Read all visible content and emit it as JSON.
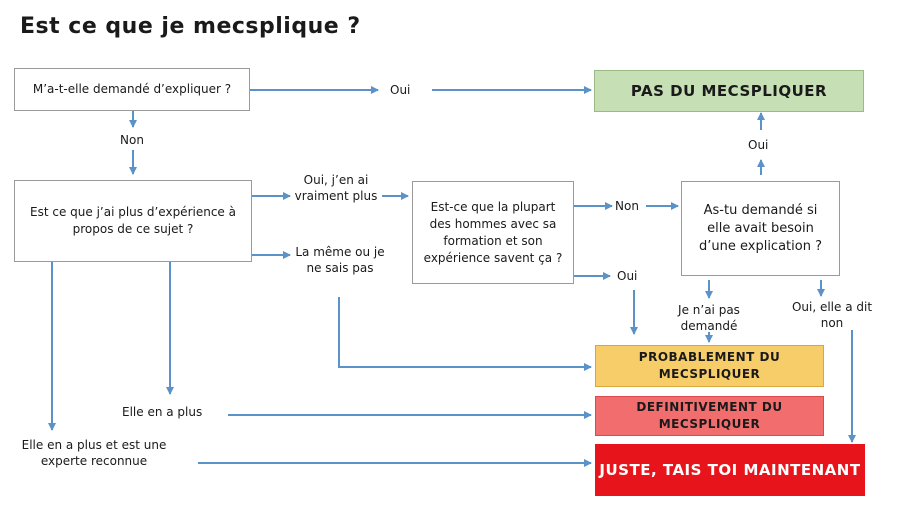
{
  "title": "Est ce que je mecsplique ?",
  "questions": {
    "q1": "M’a-t-elle demandé d’expliquer ?",
    "q2": "Est ce que j’ai plus d’expérience à propos de ce sujet ?",
    "q3": "Est-ce que la plupart des hommes avec sa formation et son expérience savent ça ?",
    "q4": "As-tu demandé si elle avait besoin d’une explication ?"
  },
  "labels": {
    "oui_top": "Oui",
    "non_1": "Non",
    "oui_vraiment": "Oui, j’en ai vraiment plus",
    "meme": "La même ou je ne sais pas",
    "non_2": "Non",
    "oui_q3": "Oui",
    "oui_q4": "Oui",
    "jenai": "Je n’ai pas demandé",
    "oui_elle": "Oui, elle a dit non",
    "elle_plus": "Elle en a plus",
    "elle_experte": "Elle en a plus et est une experte reconnue"
  },
  "results": {
    "pas": "PAS DU MECSPLIQUER",
    "probablement": "PROBABLEMENT DU MECSPLIQUER",
    "definitivement": "DEFINITIVEMENT DU MECSPLIQUER",
    "juste": "JUSTE, TAIS TOI MAINTENANT"
  },
  "colors": {
    "arrow": "#5b93c9",
    "pas": "#c6dfb5",
    "probablement": "#f7cd6a",
    "definitivement": "#f26d6d",
    "juste": "#e8141b"
  }
}
